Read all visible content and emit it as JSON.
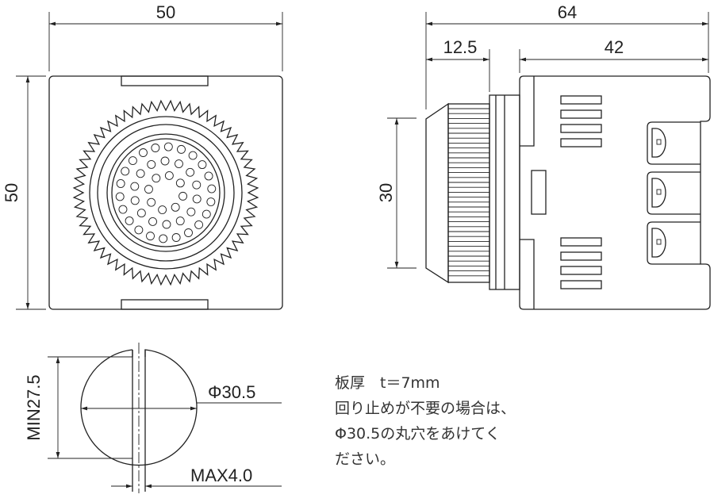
{
  "front_view": {
    "width_label": "50",
    "height_label": "50"
  },
  "side_view": {
    "length_label": "64",
    "front_label": "12.5",
    "body_label": "42",
    "diameter_label": "30"
  },
  "panel_cutout": {
    "diameter_label": "Φ30.5",
    "min_label": "MIN27.5",
    "key_label": "MAX4.0"
  },
  "notes": {
    "line1": "板厚　t＝7mm",
    "line2": "回り止めが不要の場合は、",
    "line3": "Φ30.5の丸穴をあけてく",
    "line4": "ださい。"
  },
  "colors": {
    "line": "#222222"
  }
}
